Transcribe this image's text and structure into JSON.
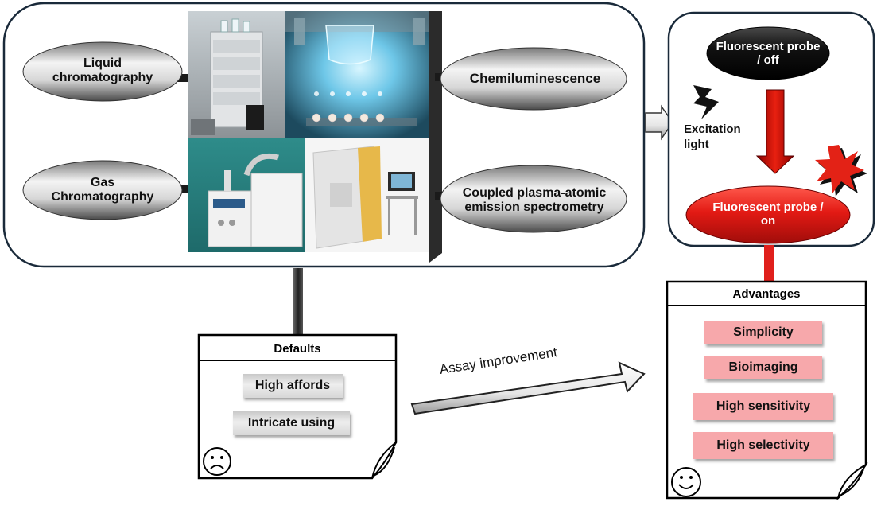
{
  "methods": {
    "liquid": "Liquid chromatography",
    "gas": "Gas Chromatography",
    "chemi": "Chemiluminescence",
    "icp": "Coupled plasma-atomic emission spectrometry"
  },
  "probe": {
    "off": "Fluorescent probe / off",
    "on": "Fluorescent probe / on",
    "excitation": "Excitation light"
  },
  "defaults": {
    "title": "Defaults",
    "items": [
      "High affords",
      "Intricate using"
    ]
  },
  "advantages": {
    "title": "Advantages",
    "items": [
      "Simplicity",
      "Bioimaging",
      "High sensitivity",
      "High selectivity"
    ]
  },
  "arrow_label": "Assay improvement",
  "colors": {
    "accent_red": "#e0201c",
    "box_pink": "#f7a8ab",
    "outline": "#1a2a3a"
  },
  "icons": {
    "sad": "sad-face-icon",
    "happy": "smiley-face-icon",
    "lightning": "lightning-bolt-icon",
    "burst": "starburst-icon"
  }
}
